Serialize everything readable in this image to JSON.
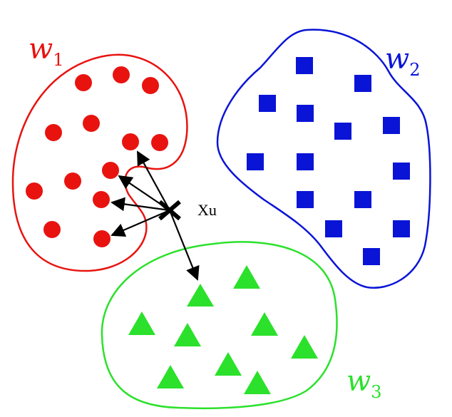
{
  "colors": {
    "class_1": "#e8130f",
    "class_2": "#0a14d6",
    "class_3": "#2be12b",
    "arrow": "#000000"
  },
  "classes": [
    {
      "letter": "w",
      "subscript": "1",
      "marker": "circle"
    },
    {
      "letter": "w",
      "subscript": "2",
      "marker": "square"
    },
    {
      "letter": "w",
      "subscript": "3",
      "marker": "triangle"
    }
  ],
  "query_point": {
    "label": "Xu",
    "marker": "cross"
  },
  "nearest_neighbors": 5
}
